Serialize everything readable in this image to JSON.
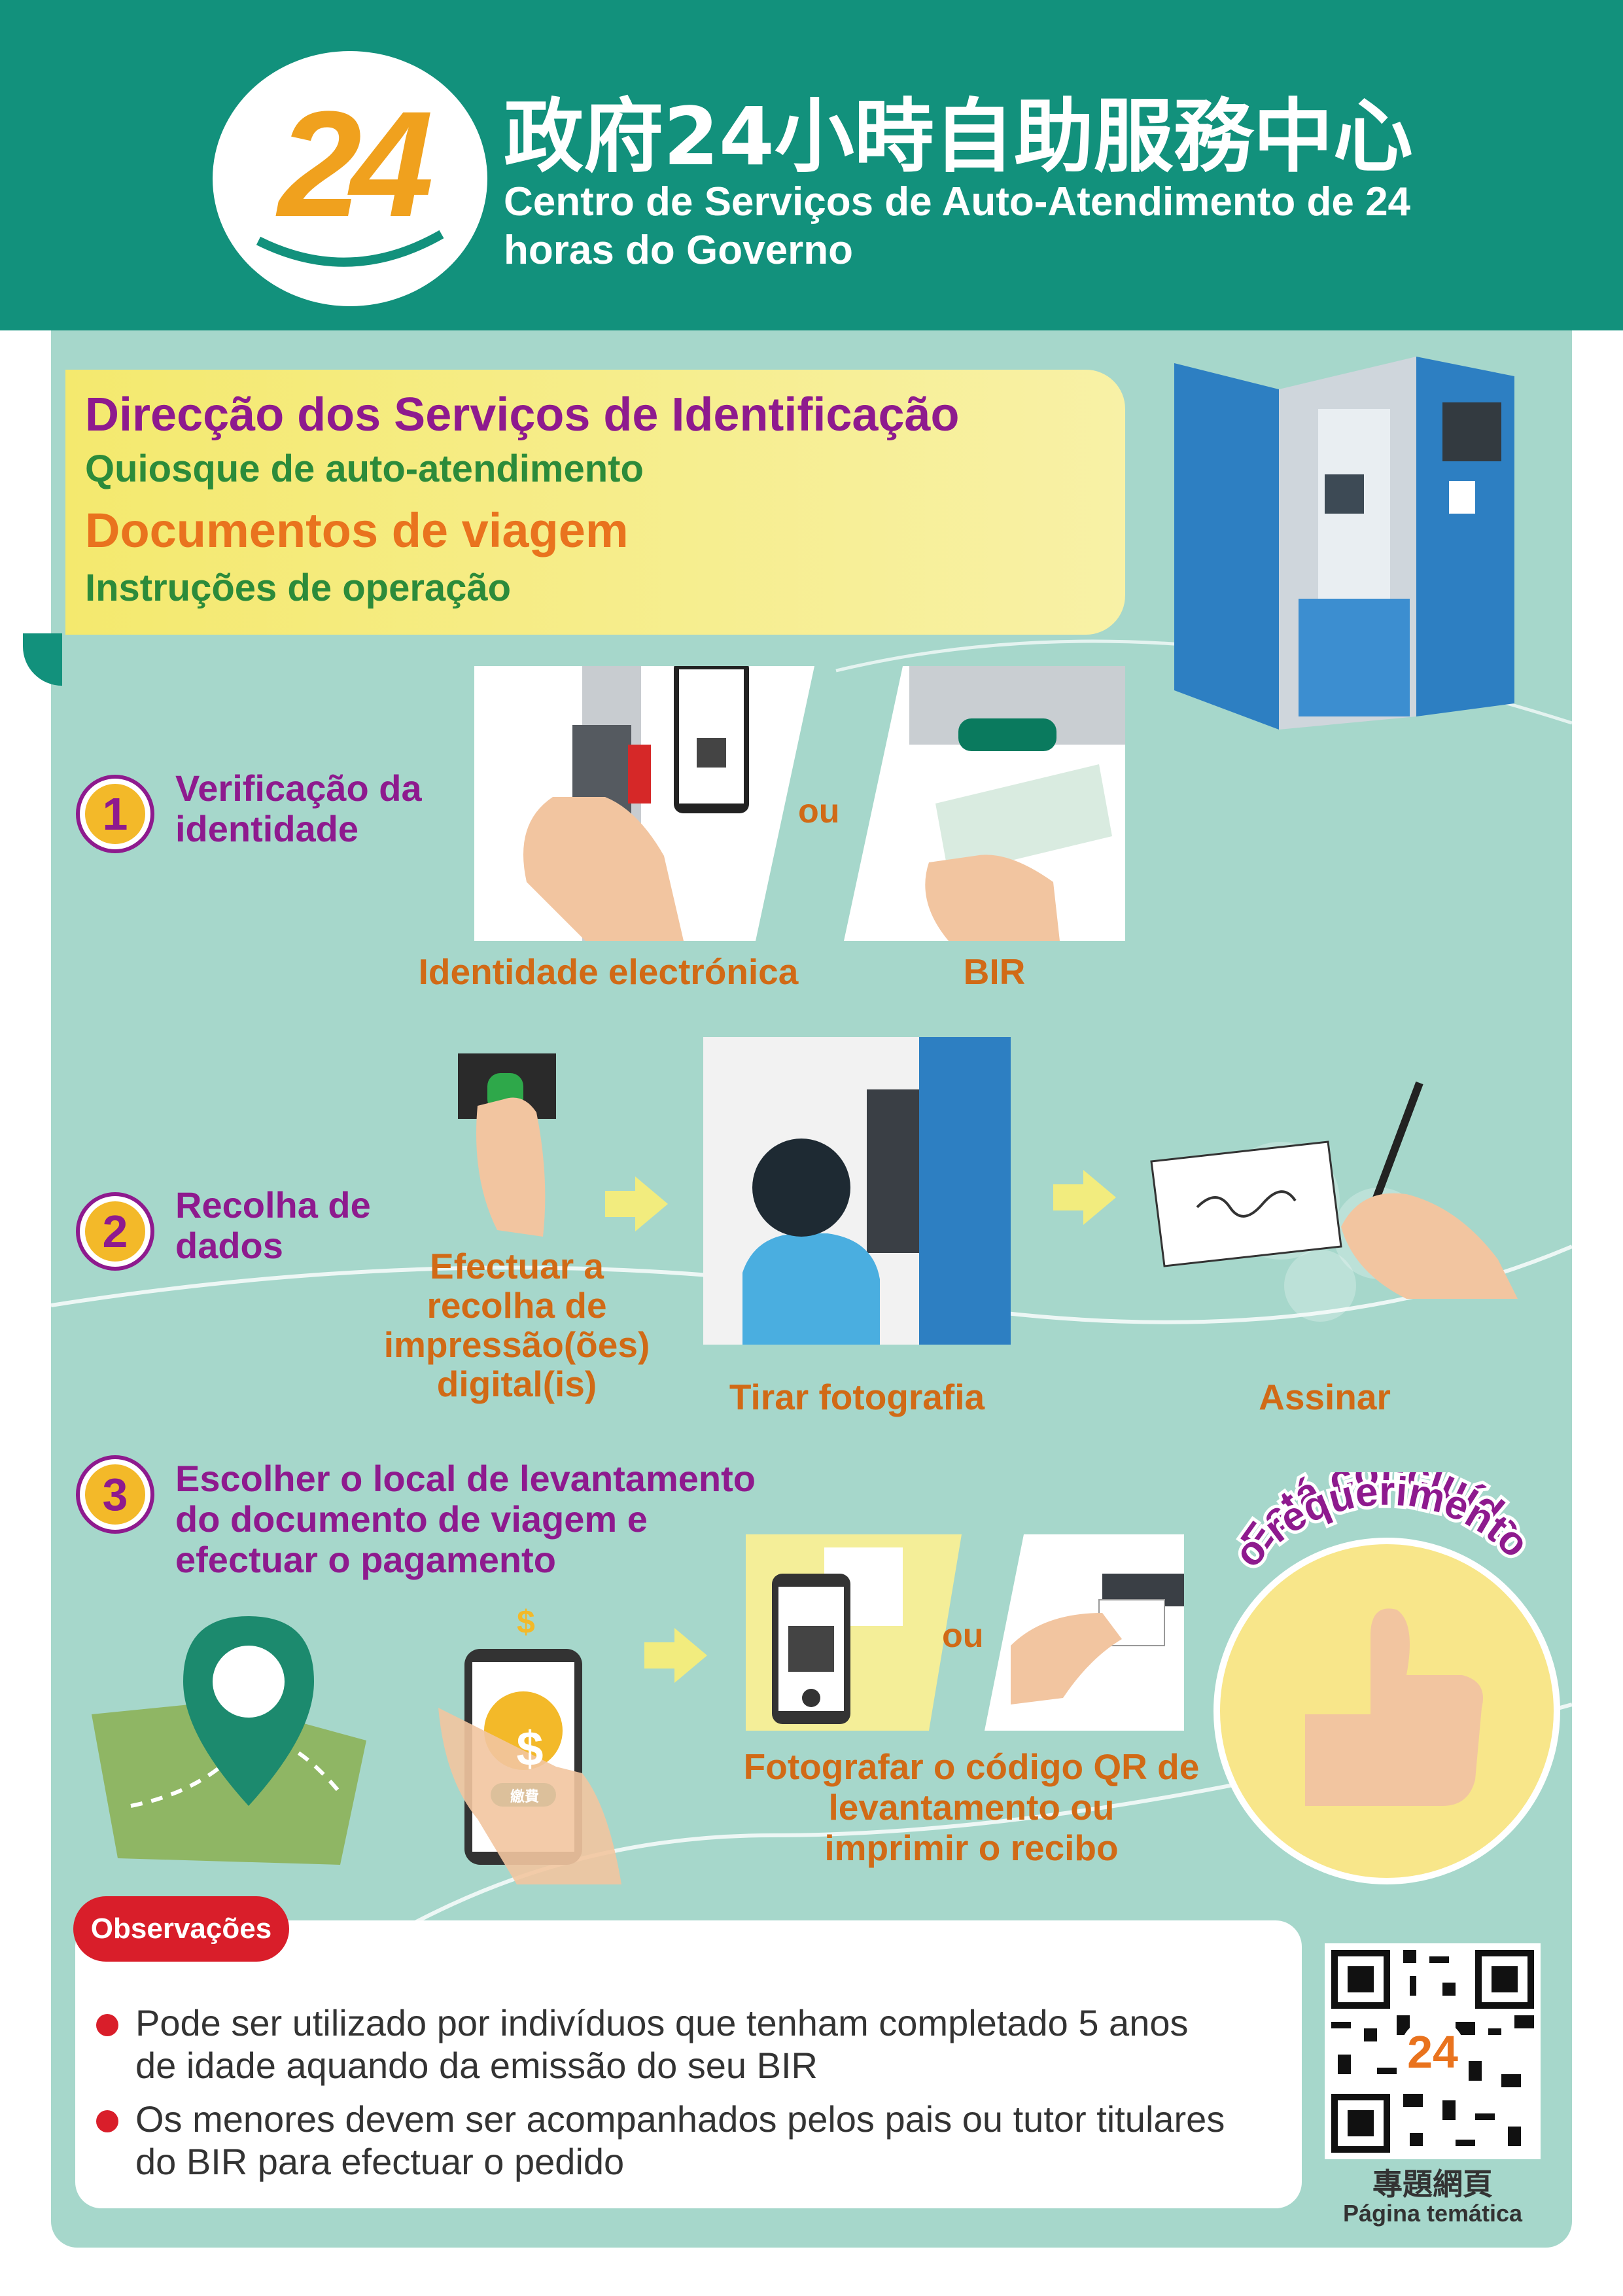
{
  "header": {
    "logo_text": "24",
    "title_zh": "政府24小時自助服務中心",
    "title_pt": "Centro de Serviços de Auto-Atendimento de 24 horas do Governo"
  },
  "title": {
    "line1": "Direcção dos Serviços de Identificação",
    "line2": "Quiosque de auto-atendimento",
    "line3": "Documentos de viagem",
    "line4": "Instruções de operação"
  },
  "step1": {
    "number": "1",
    "label_l1": "Verificação da",
    "label_l2": "identidade",
    "or": "ou",
    "option_a": "Identidade electrónica",
    "option_b": "BIR"
  },
  "step2": {
    "number": "2",
    "label_l1": "Recolha de",
    "label_l2": "dados",
    "fingerprint_l1": "Efectuar a",
    "fingerprint_l2": "recolha de",
    "fingerprint_l3": "impressão(ões)",
    "fingerprint_l4": "digital(is)",
    "photo": "Tirar fotografia",
    "sign": "Assinar"
  },
  "step3": {
    "number": "3",
    "label_l1": "Escolher o local de levantamento",
    "label_l2": "do documento de viagem e",
    "label_l3": "efectuar o pagamento",
    "or": "ou",
    "result_l1": "Fotografar o código QR de",
    "result_l2": "levantamento ou",
    "result_l3": "imprimir o recibo",
    "pay_icon_text": "繳費"
  },
  "done": {
    "line1": "Está concluído",
    "line2": "o requerimento"
  },
  "notes": {
    "tab": "Observações",
    "items": [
      {
        "l1": "Pode ser utilizado por indivíduos que tenham completado 5 anos",
        "l2": "de idade aquando da emissão do seu BIR"
      },
      {
        "l1": "Os menores devem ser acompanhados pelos pais ou tutor titulares",
        "l2": "do BIR para efectuar o pedido"
      }
    ]
  },
  "qr": {
    "label_zh": "專題網頁",
    "label_pt": "Página temática"
  },
  "colors": {
    "header_green": "#12917c",
    "panel_mint": "#a6d7cb",
    "purple": "#8e1a8e",
    "orange": "#d16a16",
    "yellow": "#f3b929",
    "red": "#d91e2a"
  }
}
